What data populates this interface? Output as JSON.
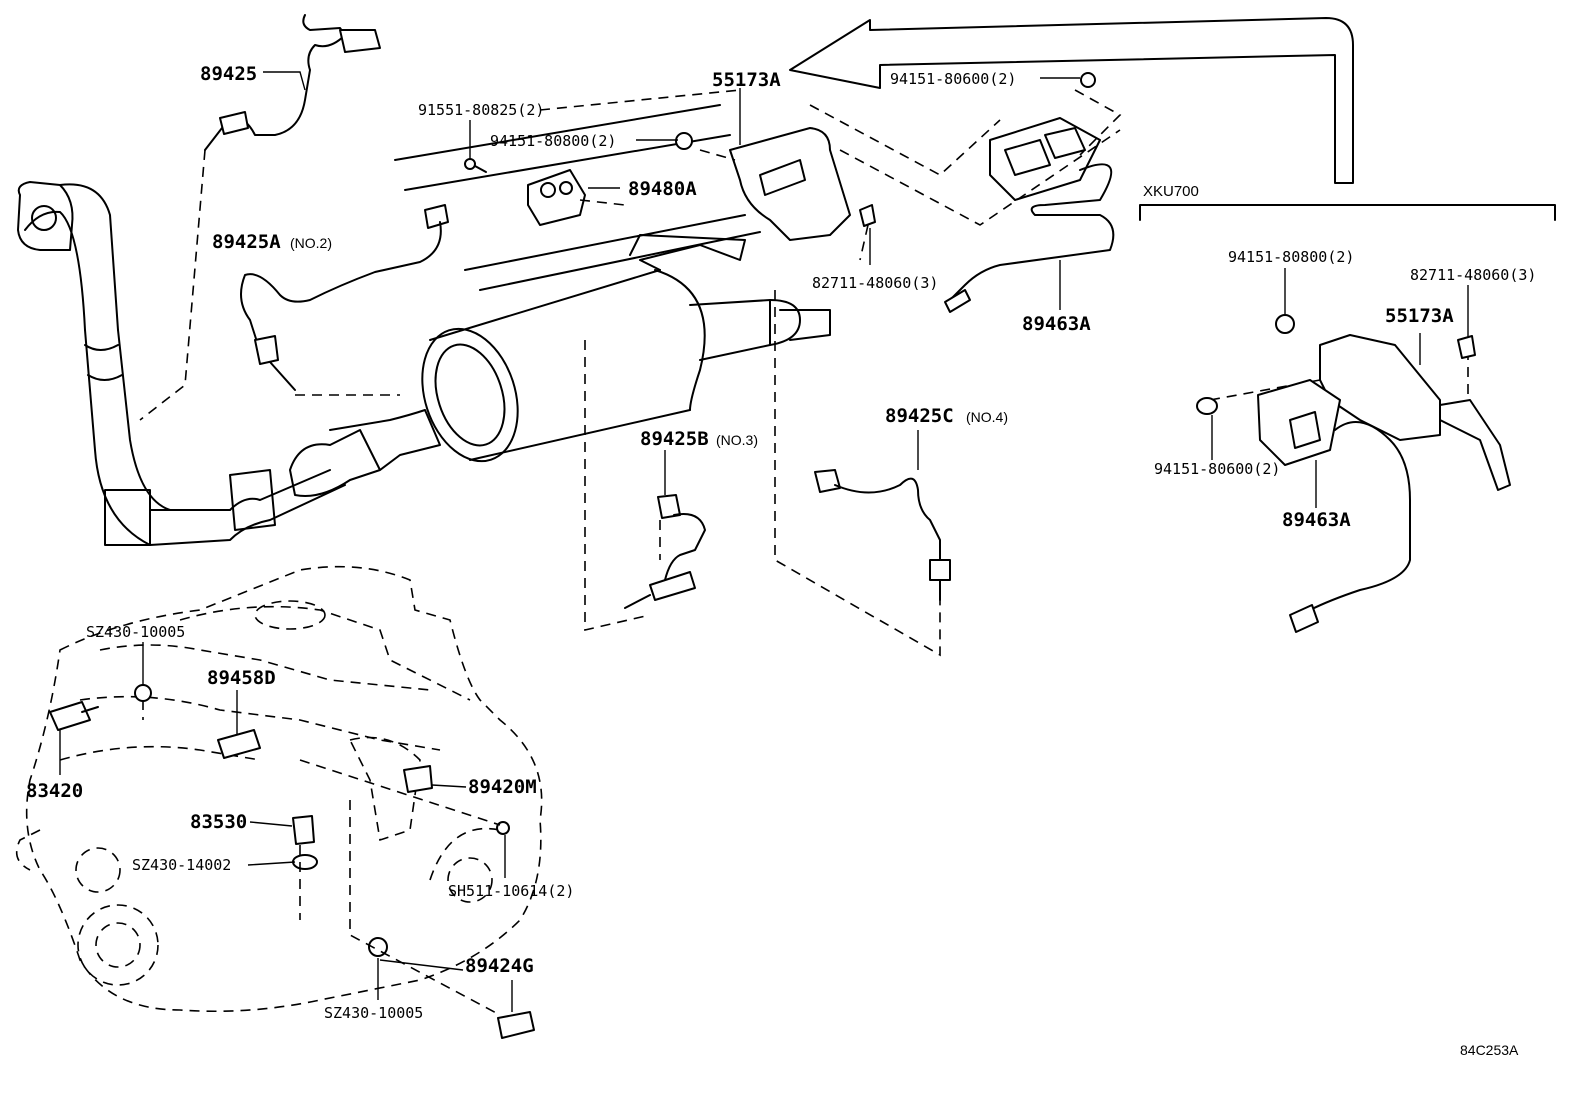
{
  "labels": {
    "p89425": "89425",
    "p55173A_top": "55173A",
    "p94151_80600_top": "94151-80600(2)",
    "p91551_80825": "91551-80825(2)",
    "p94151_80800_top": "94151-80800(2)",
    "p89480A": "89480A",
    "p89425A": "89425A",
    "p89425A_note": "(NO.2)",
    "p82711_48060_top": "82711-48060(3)",
    "p89463A_top": "89463A",
    "p89425B": "89425B",
    "p89425B_note": "(NO.3)",
    "p89425C": "89425C",
    "p89425C_note": "(NO.4)",
    "sz430_10005_a": "SZ430-10005",
    "p89458D": "89458D",
    "p83420": "83420",
    "p89420M": "89420M",
    "p83530": "83530",
    "sz430_14002": "SZ430-14002",
    "sh511_10614": "SH511-10614(2)",
    "p89424G": "89424G",
    "sz430_10005_b": "SZ430-10005"
  },
  "xku700": {
    "header": "XKU700",
    "p94151_80800": "94151-80800(2)",
    "p82711_48060": "82711-48060(3)",
    "p55173A": "55173A",
    "p94151_80600": "94151-80600(2)",
    "p89463A": "89463A"
  },
  "figure_code": "84C253A"
}
